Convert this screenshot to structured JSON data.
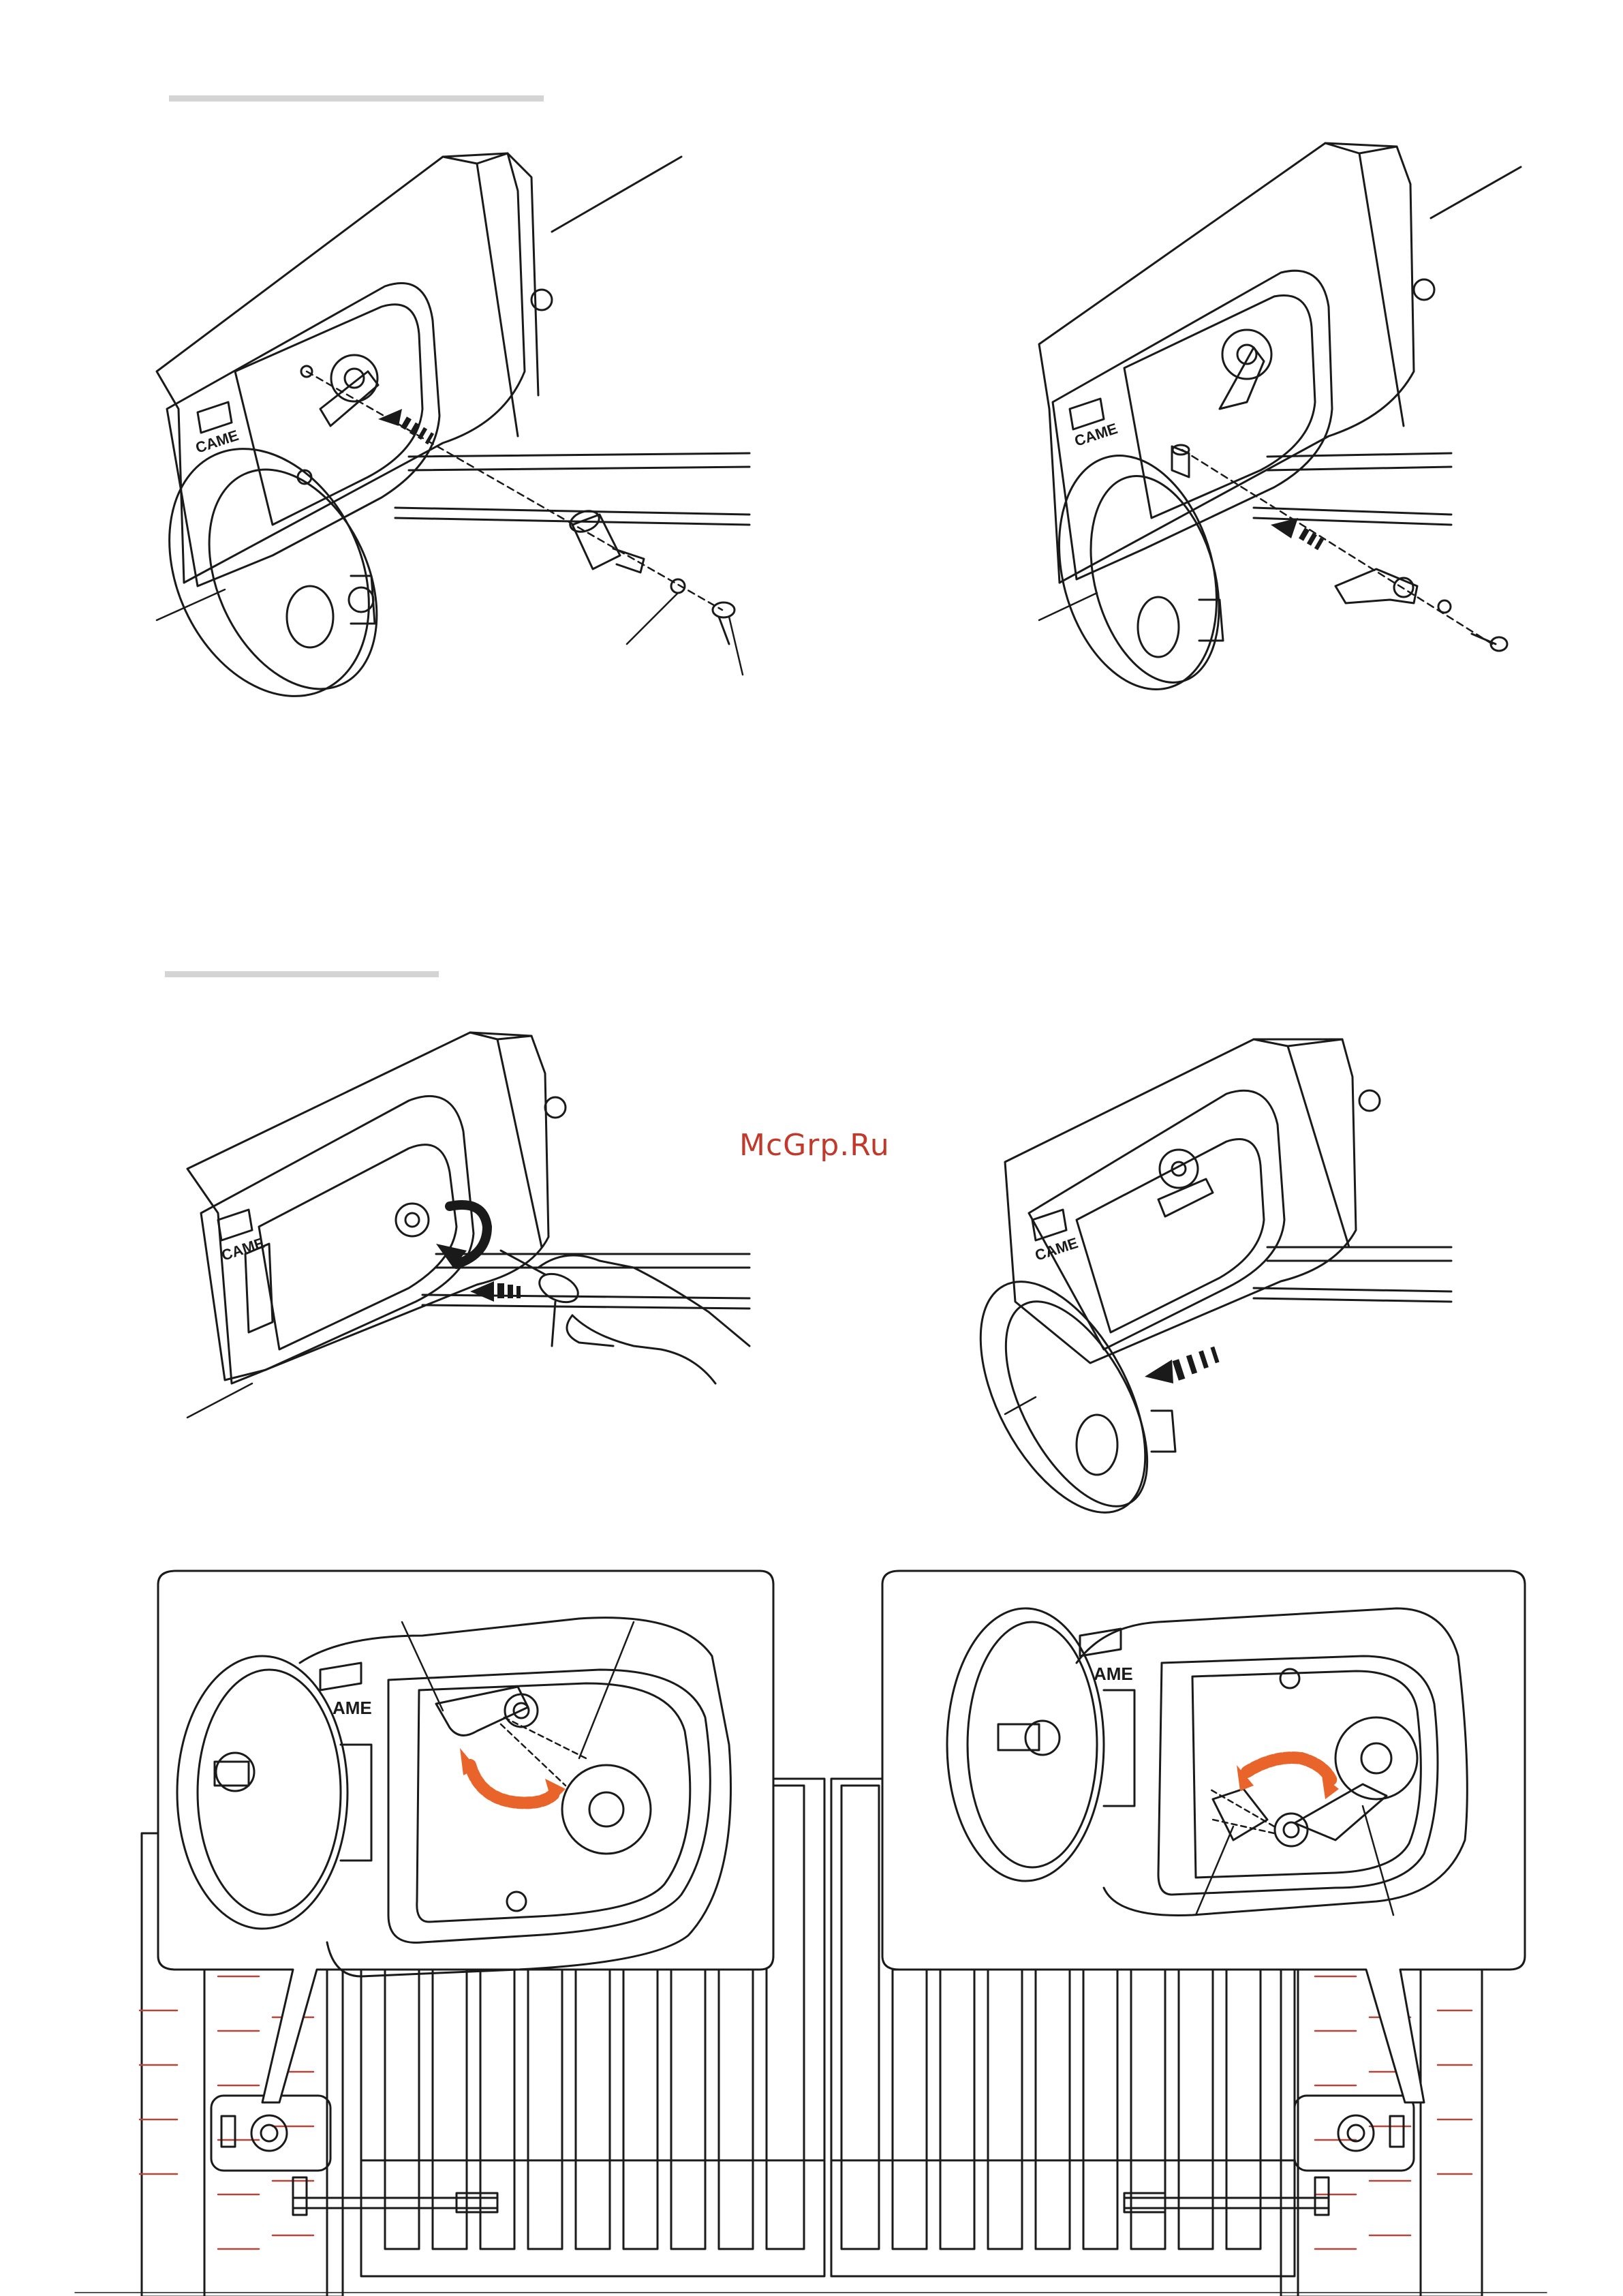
{
  "watermark": {
    "text": "McGrp.Ru",
    "color": "#c0392b"
  },
  "brand": {
    "logo_text": "CAME",
    "logo_text_partial": "AME"
  },
  "colors": {
    "line": "#1a1a1a",
    "accent_arrow": "#e8642a",
    "brick": "#b0473a",
    "section_bar": "#d4d4d4"
  },
  "figures": [
    {
      "name": "lock-cylinder-assembly-left",
      "icons": [
        "lock-cylinder-icon",
        "washer-icon",
        "screw-icon"
      ]
    },
    {
      "name": "lever-assembly-right",
      "icons": [
        "release-lever-icon",
        "washer-icon",
        "screw-icon"
      ]
    },
    {
      "name": "key-insert-turn",
      "icons": [
        "key-icon",
        "hand-icon",
        "rotate-arrow-icon"
      ]
    },
    {
      "name": "door-open",
      "icons": [
        "open-arrow-icon"
      ]
    },
    {
      "name": "lever-position-left-gate",
      "icons": [
        "double-arrow-icon"
      ]
    },
    {
      "name": "lever-position-right-gate",
      "icons": [
        "double-arrow-icon"
      ]
    }
  ]
}
